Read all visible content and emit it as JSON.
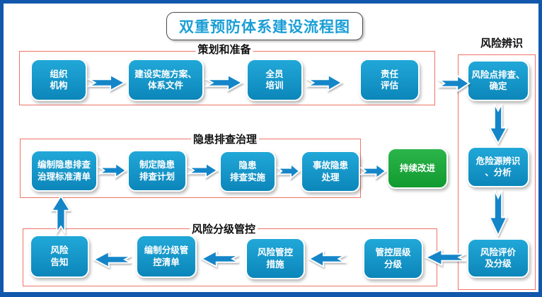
{
  "title": "双重预防体系建设流程图",
  "colors": {
    "outer_border": "#1158ac",
    "frame_red": "#ef7468",
    "node_blue": "#1191c4",
    "node_green": "#1fa83c",
    "arrow_blue": "#1486c8",
    "title_text": "#1a9ed6"
  },
  "sections": [
    {
      "id": "plan",
      "label": "策划和准备"
    },
    {
      "id": "risk-identify",
      "label": "风险辨识"
    },
    {
      "id": "hazard-check",
      "label": "隐患排查治理"
    },
    {
      "id": "risk-control",
      "label": "风险分级管控"
    }
  ],
  "nodes": [
    {
      "id": "org",
      "type": "blue",
      "lines": [
        "组织",
        "机构"
      ]
    },
    {
      "id": "plan-doc",
      "type": "blue",
      "lines": [
        "建设实施方案、",
        "体系文件"
      ]
    },
    {
      "id": "training",
      "type": "blue",
      "lines": [
        "全员",
        "培训"
      ]
    },
    {
      "id": "duty",
      "type": "blue",
      "lines": [
        "责任",
        "评估"
      ]
    },
    {
      "id": "risk-point",
      "type": "blue",
      "lines": [
        "风险点排查、",
        "确定"
      ]
    },
    {
      "id": "hazard-source",
      "type": "blue",
      "lines": [
        "危险源辨识",
        "、分析"
      ]
    },
    {
      "id": "risk-eval",
      "type": "blue",
      "lines": [
        "风险评价",
        "及分级"
      ]
    },
    {
      "id": "std-list",
      "type": "blue",
      "lines": [
        "编制隐患排查",
        "治理标准清单"
      ]
    },
    {
      "id": "check-plan",
      "type": "blue",
      "lines": [
        "制定隐患",
        "排查计划"
      ]
    },
    {
      "id": "check-impl",
      "type": "blue",
      "lines": [
        "隐患",
        "排查实施"
      ]
    },
    {
      "id": "accident",
      "type": "blue",
      "lines": [
        "事故隐患",
        "处理"
      ]
    },
    {
      "id": "improve",
      "type": "green",
      "lines": [
        "持续改进"
      ]
    },
    {
      "id": "inform",
      "type": "blue",
      "lines": [
        "风险",
        "告知"
      ]
    },
    {
      "id": "ctrl-list",
      "type": "blue",
      "lines": [
        "编制分级管",
        "控清单"
      ]
    },
    {
      "id": "measures",
      "type": "blue",
      "lines": [
        "风险管控",
        "措施"
      ]
    },
    {
      "id": "levels",
      "type": "blue",
      "lines": [
        "管控层级",
        "分级"
      ]
    }
  ],
  "edges": [
    {
      "id": "e1",
      "from": "org",
      "to": "plan-doc"
    },
    {
      "id": "e2",
      "from": "plan-doc",
      "to": "training"
    },
    {
      "id": "e3",
      "from": "training",
      "to": "duty"
    },
    {
      "id": "e4",
      "from": "duty",
      "to": "risk-point"
    },
    {
      "id": "e5",
      "from": "risk-point",
      "to": "hazard-source"
    },
    {
      "id": "e6",
      "from": "hazard-source",
      "to": "risk-eval"
    },
    {
      "id": "e7",
      "from": "risk-eval",
      "to": "levels"
    },
    {
      "id": "e8",
      "from": "levels",
      "to": "measures"
    },
    {
      "id": "e9",
      "from": "measures",
      "to": "ctrl-list"
    },
    {
      "id": "e10",
      "from": "ctrl-list",
      "to": "inform"
    },
    {
      "id": "e11",
      "from": "inform",
      "to": "std-list"
    },
    {
      "id": "e12",
      "from": "std-list",
      "to": "check-plan"
    },
    {
      "id": "e13",
      "from": "check-plan",
      "to": "check-impl"
    },
    {
      "id": "e14",
      "from": "check-impl",
      "to": "accident"
    },
    {
      "id": "e15",
      "from": "accident",
      "to": "improve"
    }
  ]
}
